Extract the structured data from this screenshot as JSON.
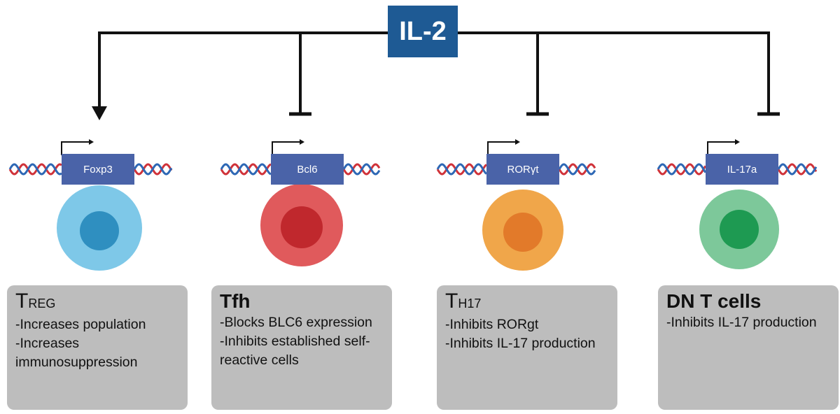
{
  "center": {
    "label": "IL-2",
    "color": "#1e5a94"
  },
  "panels": [
    {
      "gene": "Foxp3",
      "effect": "activates",
      "cell_colors": {
        "outer": "#7ec8e8",
        "nucleus": "#2f8fc0"
      },
      "title_main": "T",
      "title_sub": "REG",
      "points": [
        "-Increases population",
        "-Increases immunosuppression"
      ]
    },
    {
      "gene": "Bcl6",
      "effect": "inhibits",
      "cell_colors": {
        "outer": "#e05a5c",
        "nucleus": "#c0282d"
      },
      "title": "Tfh",
      "points": [
        "-Blocks BLC6 expression",
        "-Inhibits established self-reactive cells"
      ]
    },
    {
      "gene": "RORγt",
      "effect": "inhibits",
      "cell_colors": {
        "outer": "#f0a64a",
        "nucleus": "#e27a2a"
      },
      "title_main": "T",
      "title_sub": "H17",
      "points": [
        "-Inhibits RORgt",
        "-Inhibits IL-17 production"
      ]
    },
    {
      "gene": "IL-17a",
      "effect": "inhibits",
      "cell_colors": {
        "outer": "#7dc89a",
        "nucleus": "#1e9a52"
      },
      "title": "DN T cells",
      "points": [
        "-Inhibits IL-17 production"
      ]
    }
  ],
  "colors": {
    "dna_red": "#d0333a",
    "dna_blue": "#2e68b5",
    "gene_box": "#4a63a8",
    "info_box": "#bdbdbd",
    "line": "#111111"
  }
}
